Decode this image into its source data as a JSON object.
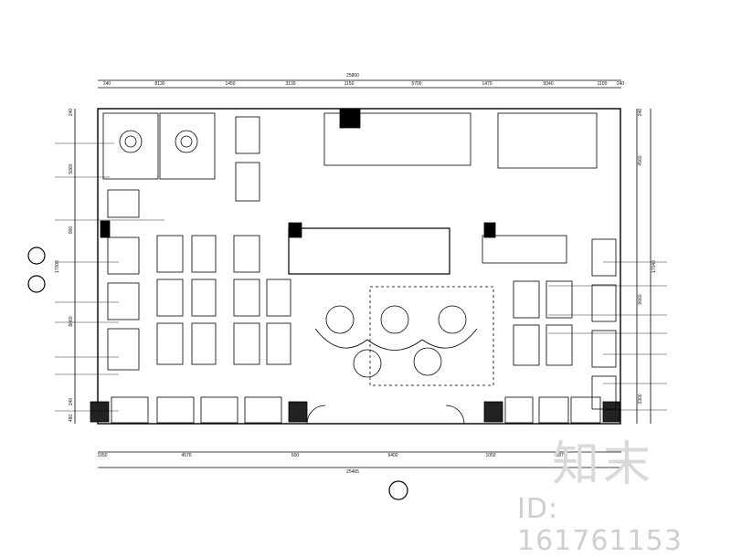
{
  "plan": {
    "overall_top": "25800",
    "overall_bottom": "25465",
    "top_dims": [
      "240",
      "8130",
      "1450",
      "3130",
      "1150",
      "5700",
      "1470",
      "5040",
      "1100",
      "240"
    ],
    "bottom_dims": [
      "1050",
      "4570",
      "600",
      "9400",
      "1050",
      "3870"
    ],
    "left_dims": [
      "240",
      "5060",
      "900",
      "17000",
      "8060",
      "240",
      "480"
    ],
    "right_dims": [
      "240",
      "4560",
      "17040",
      "9660",
      "3300"
    ]
  },
  "watermark": {
    "logo": "知末",
    "id": "ID: 161761153"
  }
}
